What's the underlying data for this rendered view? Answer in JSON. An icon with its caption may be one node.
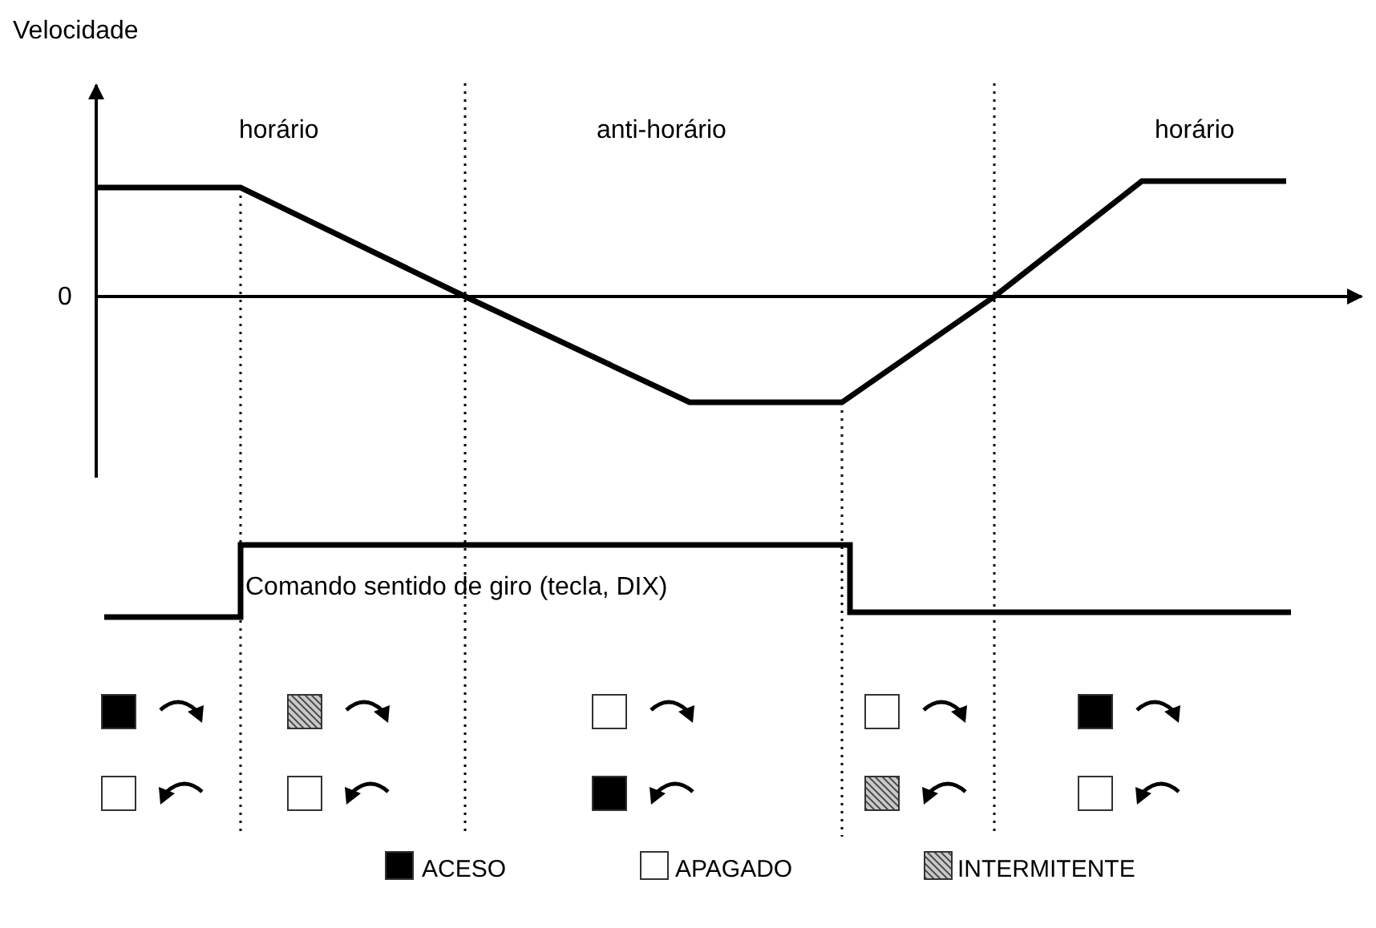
{
  "diagram": {
    "labels": [
      "Velocidade",
      "0",
      "horário",
      "anti-horário",
      "horário",
      "Comando sentido de giro (tecla, DIX)"
    ],
    "legend": [
      {
        "text": "ACESO",
        "color": "#000000"
      },
      {
        "text": "APAGADO",
        "color": "#ffffff"
      },
      {
        "text": "INTERMITENTE"
      }
    ]
  }
}
